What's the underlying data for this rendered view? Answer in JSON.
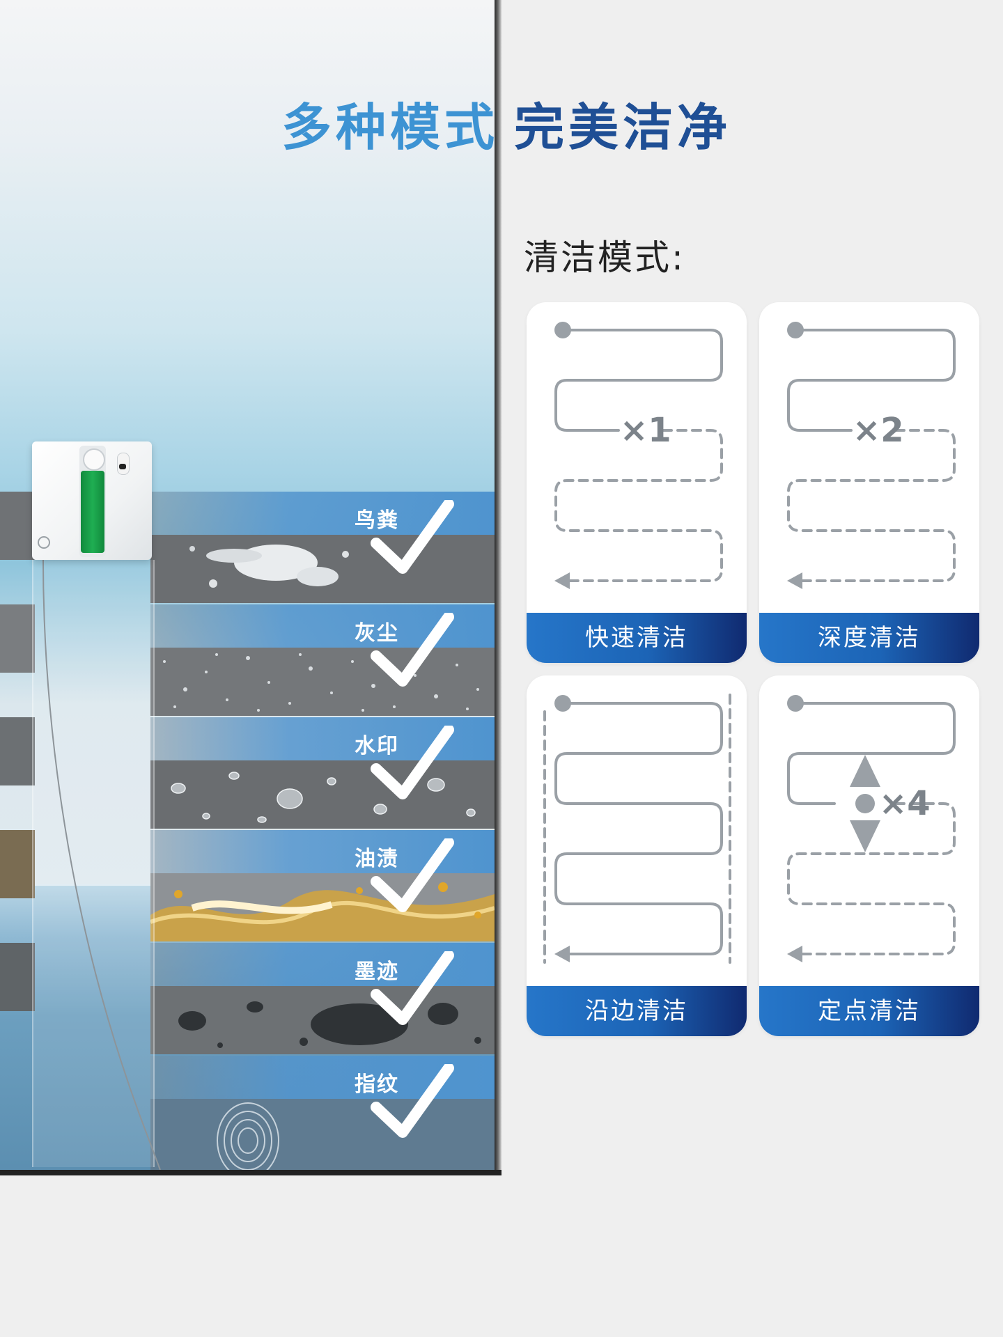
{
  "headline": {
    "left": "多种模式",
    "right": "完美洁净"
  },
  "left_panel": {
    "stains": [
      {
        "label": "鸟粪"
      },
      {
        "label": "灰尘"
      },
      {
        "label": "水印"
      },
      {
        "label": "油渍"
      },
      {
        "label": "墨迹"
      },
      {
        "label": "指纹"
      }
    ]
  },
  "cleaning": {
    "title": "清洁模式:",
    "modes": [
      {
        "label": "快速清洁",
        "marker": "×1"
      },
      {
        "label": "深度清洁",
        "marker": "×2"
      },
      {
        "label": "沿边清洁",
        "marker": ""
      },
      {
        "label": "定点清洁",
        "marker": "×4"
      }
    ]
  },
  "colors": {
    "headline_light": "#3d93d3",
    "headline_dark": "#1f4f95",
    "card_label_start": "#2676c9",
    "card_label_end": "#102a70",
    "path_stroke": "#9aa0a6"
  }
}
